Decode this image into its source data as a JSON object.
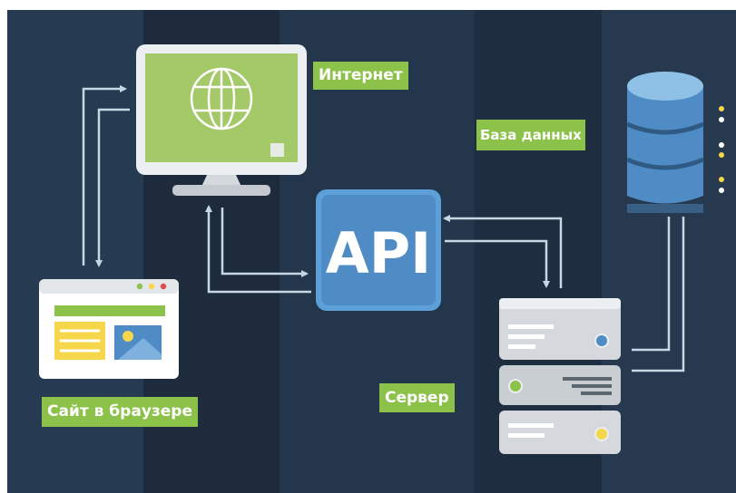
{
  "labels": {
    "internet": "Интернет",
    "database": "База данных",
    "site": "Сайт в браузере",
    "server": "Сервер",
    "api": "API"
  },
  "colors": {
    "background": "#223246",
    "label_green": "#8cc14a",
    "api_blue": "#4f8cc6",
    "monitor_screen": "#a3c969",
    "arrow": "#c6d8e4"
  },
  "icons": [
    "monitor-icon",
    "globe-icon",
    "database-icon",
    "browser-window-icon",
    "server-icon",
    "api-badge-icon"
  ]
}
